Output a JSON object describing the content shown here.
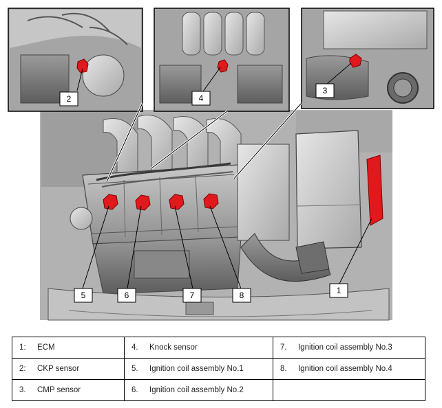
{
  "callouts": [
    "1",
    "2",
    "3",
    "4",
    "5",
    "6",
    "7",
    "8"
  ],
  "legend": [
    [
      {
        "num": "1:",
        "label": "ECM"
      },
      {
        "num": "4.",
        "label": "Knock sensor"
      },
      {
        "num": "7.",
        "label": "Ignition coil assembly No.3"
      }
    ],
    [
      {
        "num": "2:",
        "label": "CKP sensor"
      },
      {
        "num": "5.",
        "label": "Ignition coil assembly No.1"
      },
      {
        "num": "8.",
        "label": "Ignition coil assembly No.4"
      }
    ],
    [
      {
        "num": "3.",
        "label": "CMP sensor"
      },
      {
        "num": "6.",
        "label": "Ignition coil assembly No.2"
      },
      {
        "num": "",
        "label": ""
      }
    ]
  ]
}
